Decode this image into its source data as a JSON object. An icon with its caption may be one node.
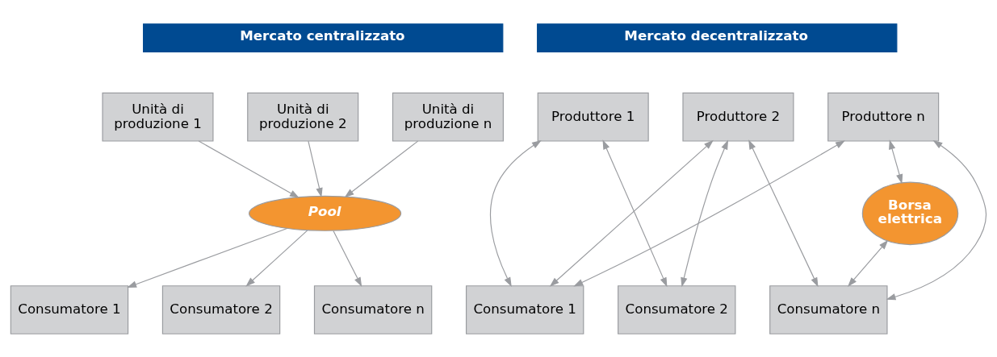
{
  "diagram": {
    "nodes": [
      {
        "text": [
          "Mercato centralizzato"
        ]
      },
      {
        "text": [
          "Unità di produzione 1"
        ]
      },
      {
        "text": [
          "Unità di produzione 2"
        ]
      },
      {
        "text": [
          "Unità di produzione n"
        ]
      },
      {
        "text": [
          "Pool"
        ]
      },
      {
        "text": [
          "Consumatore 1"
        ]
      },
      {
        "text": [
          "Consumatore 2"
        ]
      },
      {
        "text": [
          "Consumatore n"
        ]
      },
      {
        "text": [
          "Mercato decentralizzato"
        ]
      },
      {
        "text": [
          "Produttore 1"
        ]
      },
      {
        "text": [
          "Produttore 2"
        ]
      },
      {
        "text": [
          "Produttore n"
        ]
      },
      {
        "text": [
          "Borsa elettrica"
        ]
      },
      {
        "text": [
          "Consumatore 1"
        ]
      },
      {
        "text": [
          "Consumatore 2"
        ]
      },
      {
        "text": [
          "Consumatore n"
        ]
      }
    ],
    "edges": [
      {
        "from": 1,
        "to": 4,
        "arrow": "to"
      },
      {
        "from": 2,
        "to": 4,
        "arrow": "to"
      },
      {
        "from": 3,
        "to": 4,
        "arrow": "to"
      },
      {
        "from": 4,
        "to": 5,
        "arrow": "to"
      },
      {
        "from": 4,
        "to": 6,
        "arrow": "to"
      },
      {
        "from": 4,
        "to": 7,
        "arrow": "to"
      },
      {
        "from": 9,
        "to": 13,
        "arrow": "both"
      },
      {
        "from": 9,
        "to": 14,
        "arrow": "both"
      },
      {
        "from": 10,
        "to": 13,
        "arrow": "both"
      },
      {
        "from": 10,
        "to": 14,
        "arrow": "both"
      },
      {
        "from": 10,
        "to": 15,
        "arrow": "both"
      },
      {
        "from": 11,
        "to": 13,
        "arrow": "both"
      },
      {
        "from": 11,
        "to": 15,
        "arrow": "both"
      },
      {
        "from": 11,
        "to": 12,
        "arrow": "both"
      },
      {
        "from": 15,
        "to": 12,
        "arrow": "both"
      }
    ]
  }
}
